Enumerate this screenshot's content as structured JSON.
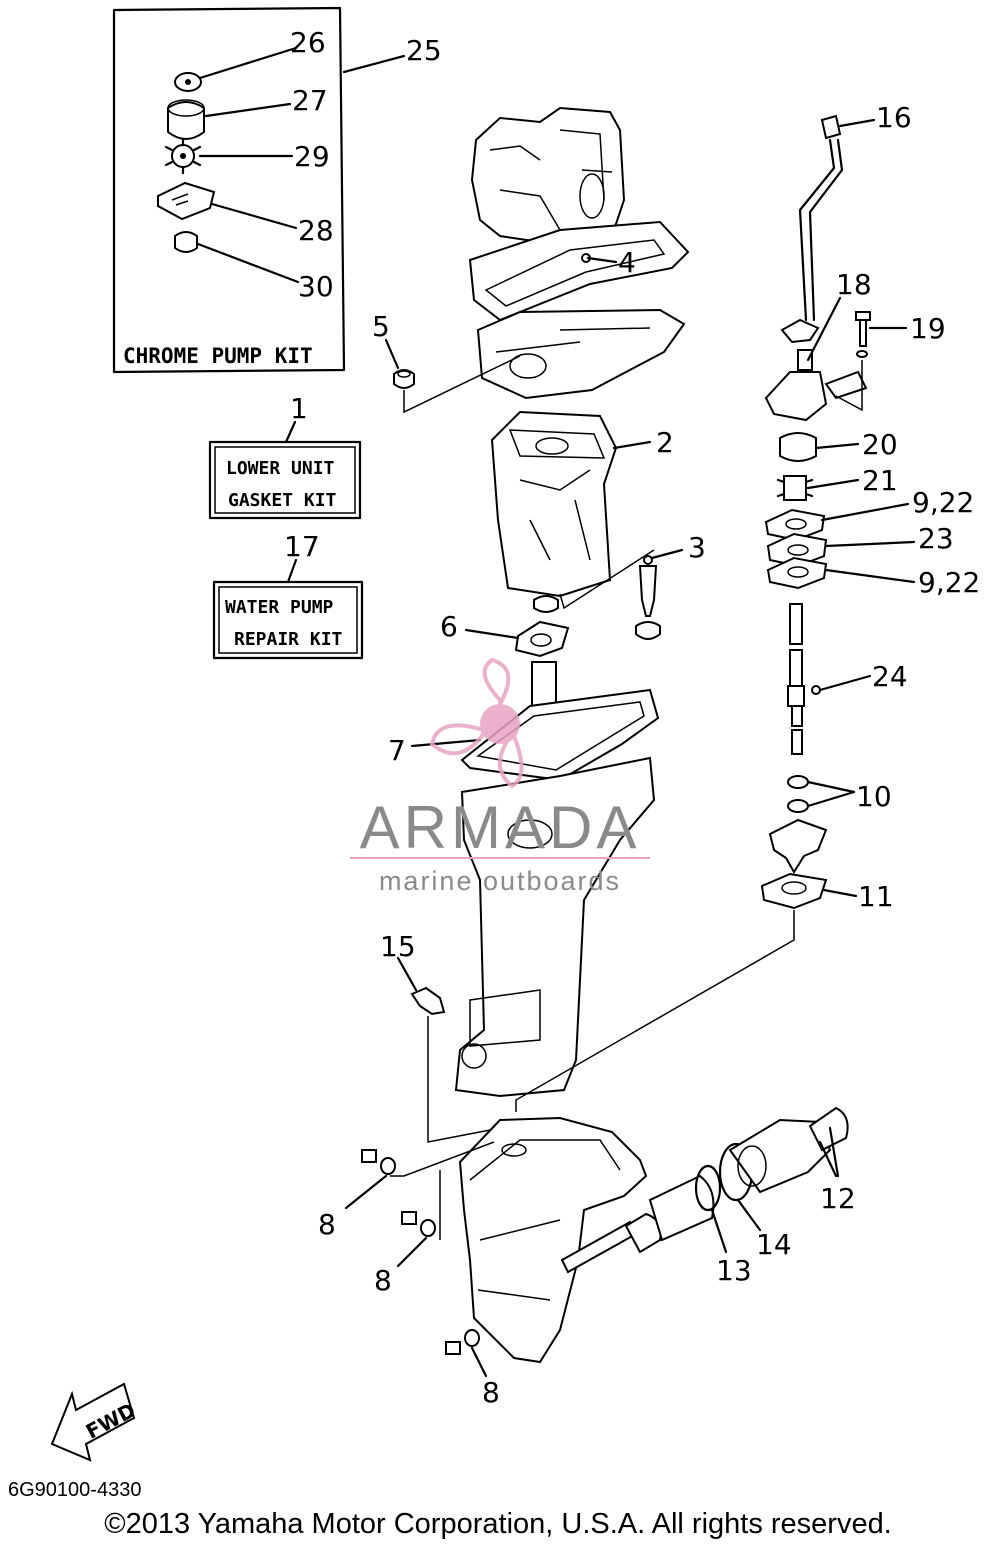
{
  "kits": {
    "chrome_pump": {
      "label": "CHROME PUMP KIT",
      "number": "25"
    },
    "lower_unit": {
      "number": "1",
      "line1": "LOWER UNIT",
      "line2": "GASKET KIT"
    },
    "water_pump": {
      "number": "17",
      "line1": "WATER PUMP",
      "line2": "REPAIR KIT"
    }
  },
  "callouts": {
    "c26": "26",
    "c27": "27",
    "c29": "29",
    "c28": "28",
    "c30": "30",
    "c2": "2",
    "c3": "3",
    "c4": "4",
    "c5": "5",
    "c6": "6",
    "c7": "7",
    "c8a": "8",
    "c8b": "8",
    "c8c": "8",
    "c10": "10",
    "c11": "11",
    "c12": "12",
    "c13": "13",
    "c14": "14",
    "c15": "15",
    "c16": "16",
    "c18": "18",
    "c19": "19",
    "c20": "20",
    "c21": "21",
    "c9_22a": "9,22",
    "c23": "23",
    "c9_22b": "9,22",
    "c24": "24"
  },
  "fwd_label": "FWD",
  "watermark": {
    "brand": "ARMADA",
    "tagline": "marine outboards",
    "logo_color": "#e8a3c3"
  },
  "diagram_code": "6G90100-4330",
  "copyright": "©2013 Yamaha Motor Corporation, U.S.A. All rights reserved."
}
